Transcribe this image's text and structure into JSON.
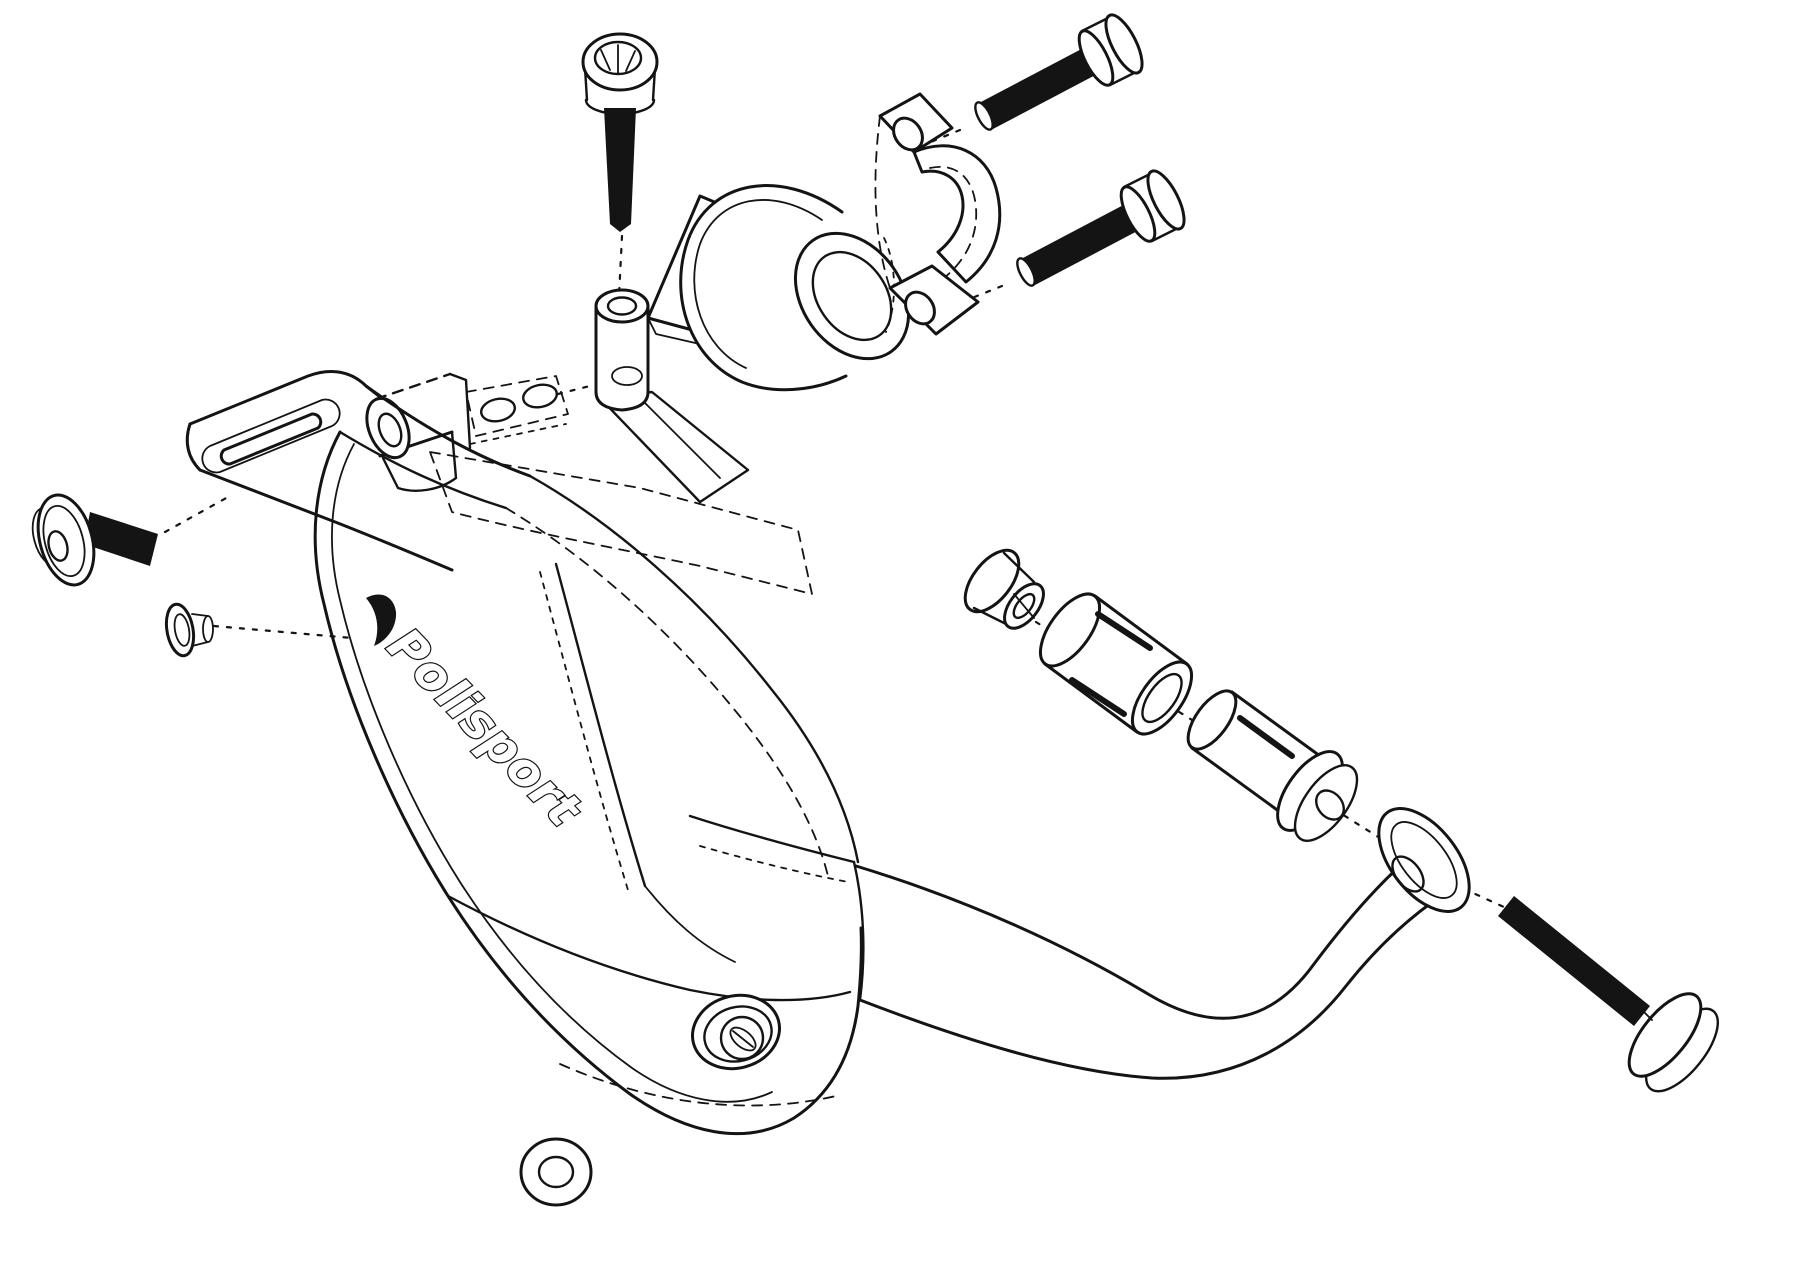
{
  "diagram": {
    "kind": "exploded-parts-line-drawing",
    "subject": "handguard mounting kit",
    "background_color": "#ffffff",
    "ink_color": "#141414"
  },
  "logo": {
    "text": "Polisport"
  },
  "parts": [
    {
      "name": "socket-head-screw-top",
      "description": "vertical socket head cap screw"
    },
    {
      "name": "handlebar-clamp-mount",
      "description": "aluminium clamp mount with ring"
    },
    {
      "name": "half-clamp-saddle",
      "description": "half clamp with two bolt lugs"
    },
    {
      "name": "clamp-bolt-upper",
      "description": "socket head clamp bolt"
    },
    {
      "name": "clamp-bolt-lower",
      "description": "socket head clamp bolt"
    },
    {
      "name": "button-head-screw",
      "description": "button head screw, left side"
    },
    {
      "name": "flat-screw-small",
      "description": "small flat screw, edge view"
    },
    {
      "name": "mounting-arm-slotted",
      "description": "slotted mounting strap of guard"
    },
    {
      "name": "adapter-link-bracket",
      "description": "link bracket with boss and two-hole plate"
    },
    {
      "name": "handguard-shield",
      "description": "plastic handguard shield with logo"
    },
    {
      "name": "guard-screw-boss",
      "description": "round screw boss on shield"
    },
    {
      "name": "washer-bottom",
      "description": "small washer below shield"
    },
    {
      "name": "aluminium-loop-bar",
      "description": "curved aluminium guard bar"
    },
    {
      "name": "rubber-cap",
      "description": "small end cap"
    },
    {
      "name": "expander-bushing",
      "description": "slotted expander bushing"
    },
    {
      "name": "expander-cone",
      "description": "slotted expander cone with flange"
    },
    {
      "name": "bar-end-bolt",
      "description": "long countersunk bar-end bolt"
    }
  ]
}
